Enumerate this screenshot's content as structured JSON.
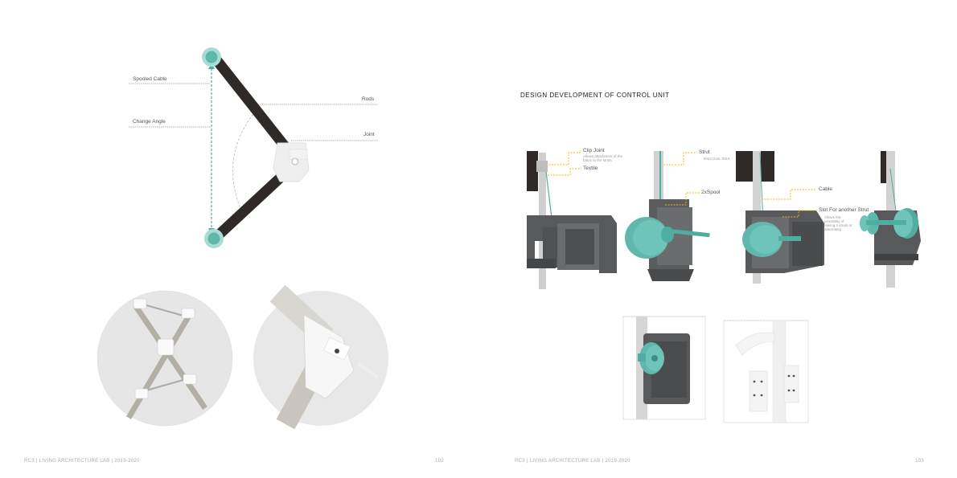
{
  "left_page": {
    "diagram_labels": {
      "spooled_cable": "Spooled Cable",
      "change_angle": "Change Angle",
      "rods": "Rods",
      "joint": "Joint"
    },
    "footer": {
      "text": "RC3 | LIVING ARCHITECTURE LAB | 2019-2020",
      "page_number": "102"
    }
  },
  "right_page": {
    "title": "DESIGN DEVELOPMENT OF CONTROL UNIT",
    "labels": {
      "clip_joint": "Clip Joint",
      "clip_joint_note": "Allows attachment of the fabric to the struts",
      "textile": "Textile",
      "strut": "Strut",
      "strut_note": "5mm Dow. Strut",
      "spool": "2xSpool",
      "cable": "Cable",
      "slot": "Slot For another Strut",
      "slot_note": "Allows the possibility of having 2 struts or alternating"
    },
    "footer": {
      "text": "RC3 | LIVING ARCHITECTURE LAB | 2019-2020",
      "page_number": "103"
    }
  },
  "colors": {
    "teal": "#6fc4b9",
    "dark": "#2f2a28",
    "grey_model": "#58595b",
    "yellow_leader": "#f2b705"
  }
}
